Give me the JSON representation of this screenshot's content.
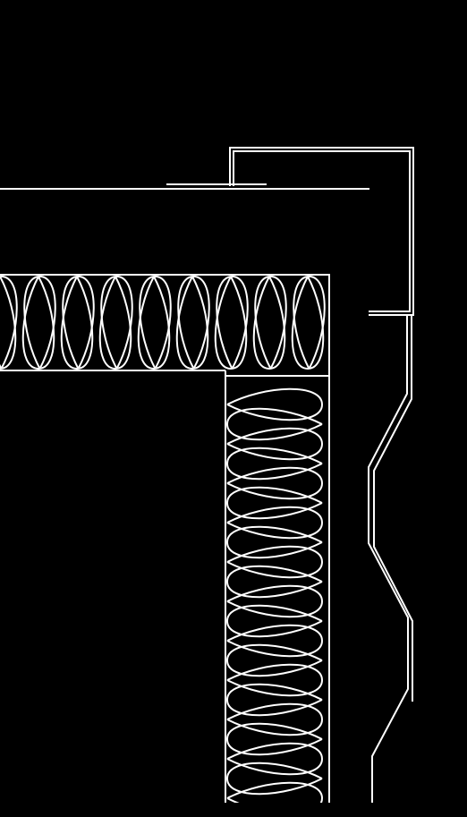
{
  "drawing": {
    "kind": "roof-edge construction detail",
    "background_color": "#000000",
    "line_color": "#ffffff",
    "components": [
      {
        "id": "coping-cap",
        "label": ""
      },
      {
        "id": "roof-membrane",
        "label": ""
      },
      {
        "id": "horizontal-insulation",
        "label": ""
      },
      {
        "id": "vertical-insulation",
        "label": ""
      },
      {
        "id": "wall-cladding-profile",
        "label": ""
      }
    ]
  }
}
